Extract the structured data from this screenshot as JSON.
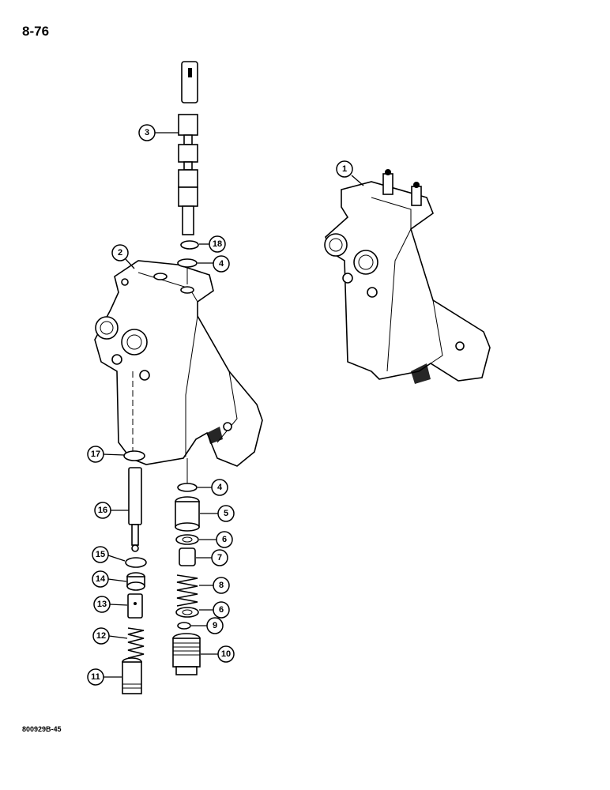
{
  "page": {
    "number": "8-76",
    "reference_code": "800929B-45"
  },
  "callouts": {
    "c1": "1",
    "c2": "2",
    "c3": "3",
    "c4a": "4",
    "c4b": "4",
    "c5": "5",
    "c6a": "6",
    "c6b": "6",
    "c7": "7",
    "c8": "8",
    "c9": "9",
    "c10": "10",
    "c11": "11",
    "c12": "12",
    "c13": "13",
    "c14": "14",
    "c15": "15",
    "c16": "16",
    "c17": "17",
    "c18": "18"
  }
}
